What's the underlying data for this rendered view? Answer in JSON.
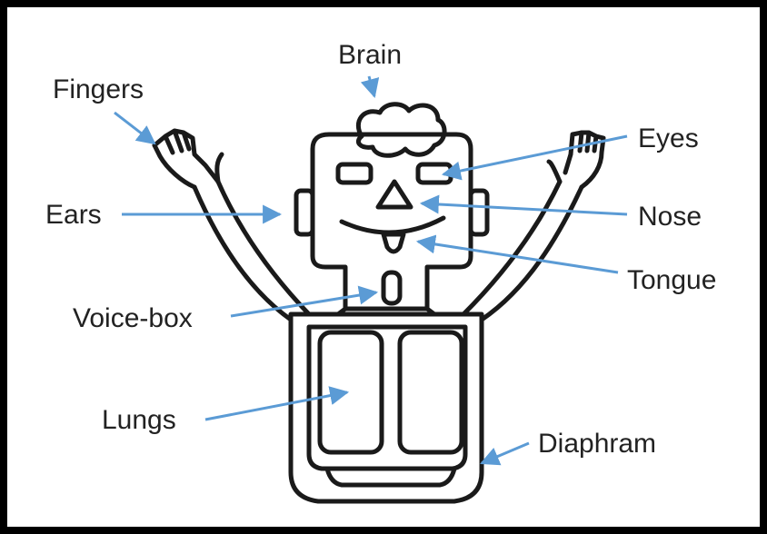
{
  "diagram": {
    "labels": {
      "brain": "Brain",
      "fingers": "Fingers",
      "eyes": "Eyes",
      "ears": "Ears",
      "nose": "Nose",
      "tongue": "Tongue",
      "voice_box": "Voice-box",
      "lungs": "Lungs",
      "diaphram": "Diaphram"
    },
    "colors": {
      "arrow": "#5b9bd5",
      "outline": "#1a1a1a",
      "text": "#222222",
      "border": "#000000"
    }
  }
}
